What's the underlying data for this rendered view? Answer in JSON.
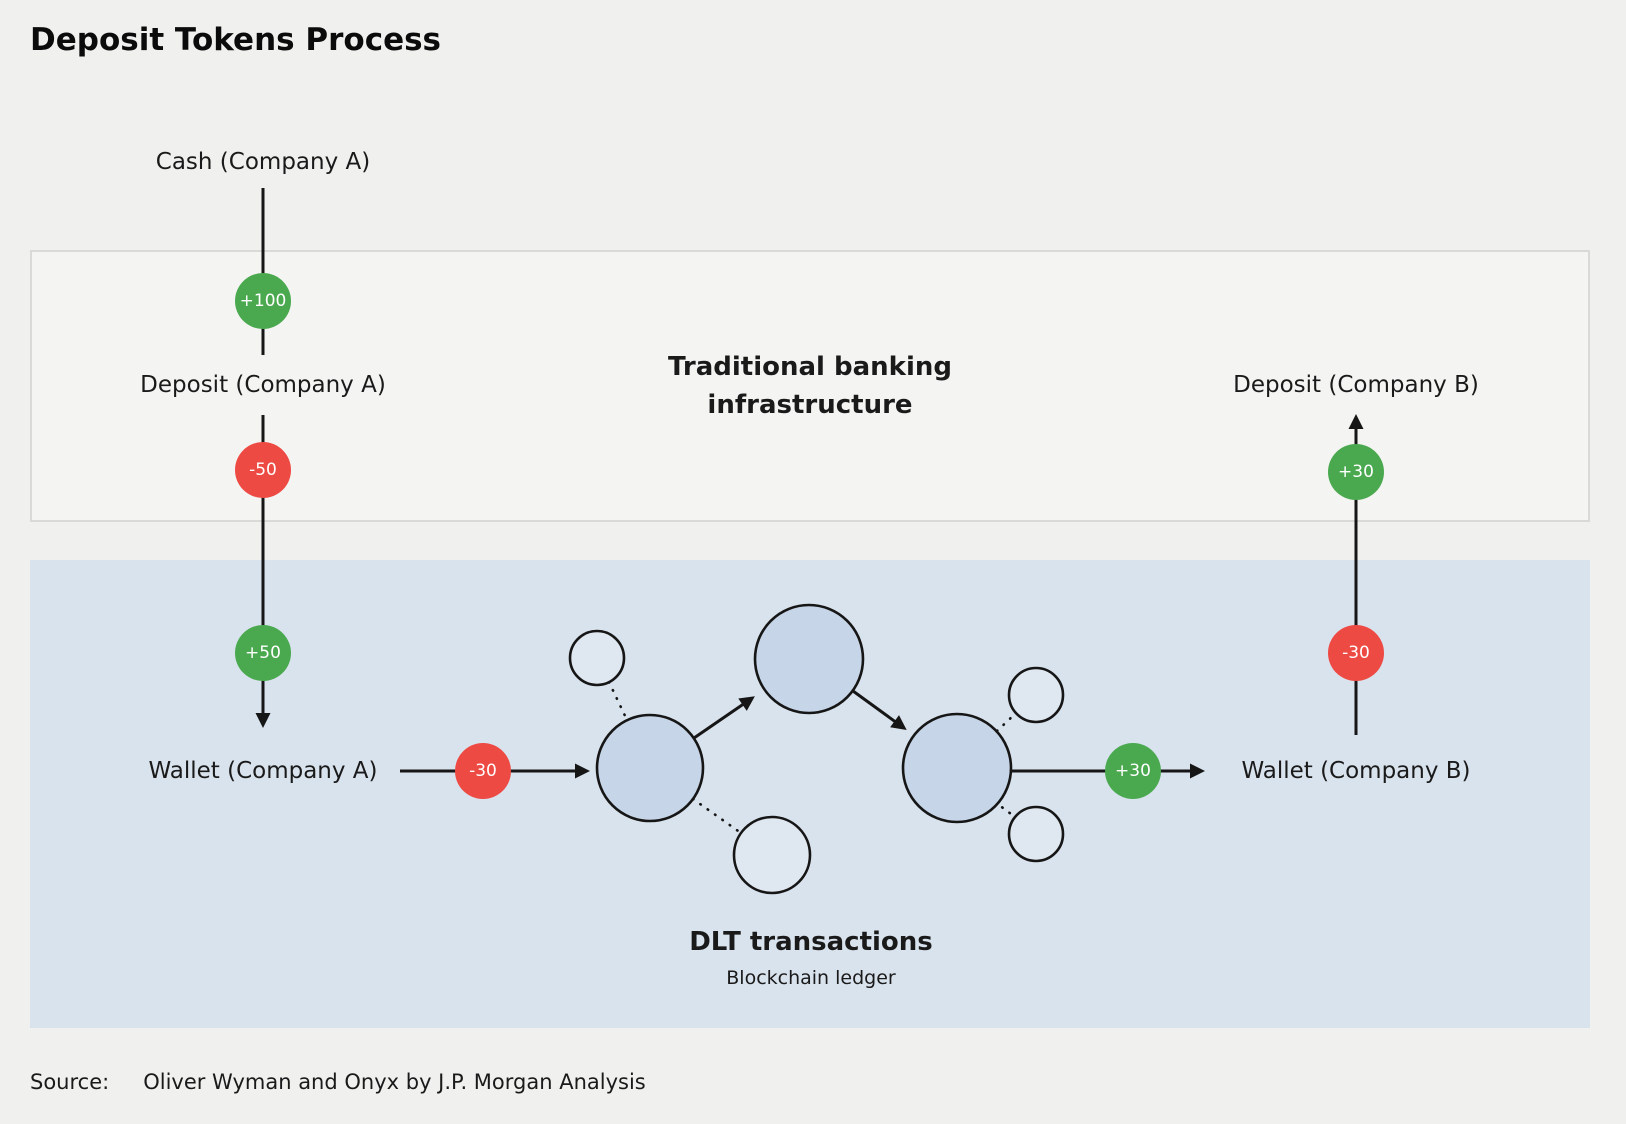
{
  "title": "Deposit Tokens Process",
  "colors": {
    "page_bg": "#f0f0ee",
    "bank_box_bg": "#f4f4f2",
    "bank_box_border": "#d9d9d7",
    "dlt_box_bg": "#d9e3ed",
    "node_fill": "#c6d5e7",
    "node_sm_fill": "#dfe8f0",
    "stroke": "#161616",
    "credit": "#4aa94f",
    "debit": "#ee4a44",
    "text": "#1a1a1a"
  },
  "bank_layer": {
    "heading_line1": "Traditional banking",
    "heading_line2": "infrastructure"
  },
  "dlt_layer": {
    "heading": "DLT transactions",
    "subheading": "Blockchain ledger"
  },
  "accounts": {
    "cash_a": "Cash (Company A)",
    "deposit_a": "Deposit (Company A)",
    "wallet_a": "Wallet (Company A)",
    "deposit_b": "Deposit (Company B)",
    "wallet_b": "Wallet (Company B)"
  },
  "tokens": {
    "cash_to_deposit_a": {
      "value": "+100",
      "type": "credit"
    },
    "deposit_a_debit": {
      "value": "-50",
      "type": "debit"
    },
    "wallet_a_credit": {
      "value": "+50",
      "type": "credit"
    },
    "wallet_a_to_dlt": {
      "value": "-30",
      "type": "debit"
    },
    "dlt_to_wallet_b": {
      "value": "+30",
      "type": "credit"
    },
    "wallet_b_debit": {
      "value": "-30",
      "type": "debit"
    },
    "deposit_b_credit": {
      "value": "+30",
      "type": "credit"
    }
  },
  "source": {
    "label": "Source:",
    "text": "Oliver Wyman and Onyx by J.P. Morgan Analysis"
  }
}
